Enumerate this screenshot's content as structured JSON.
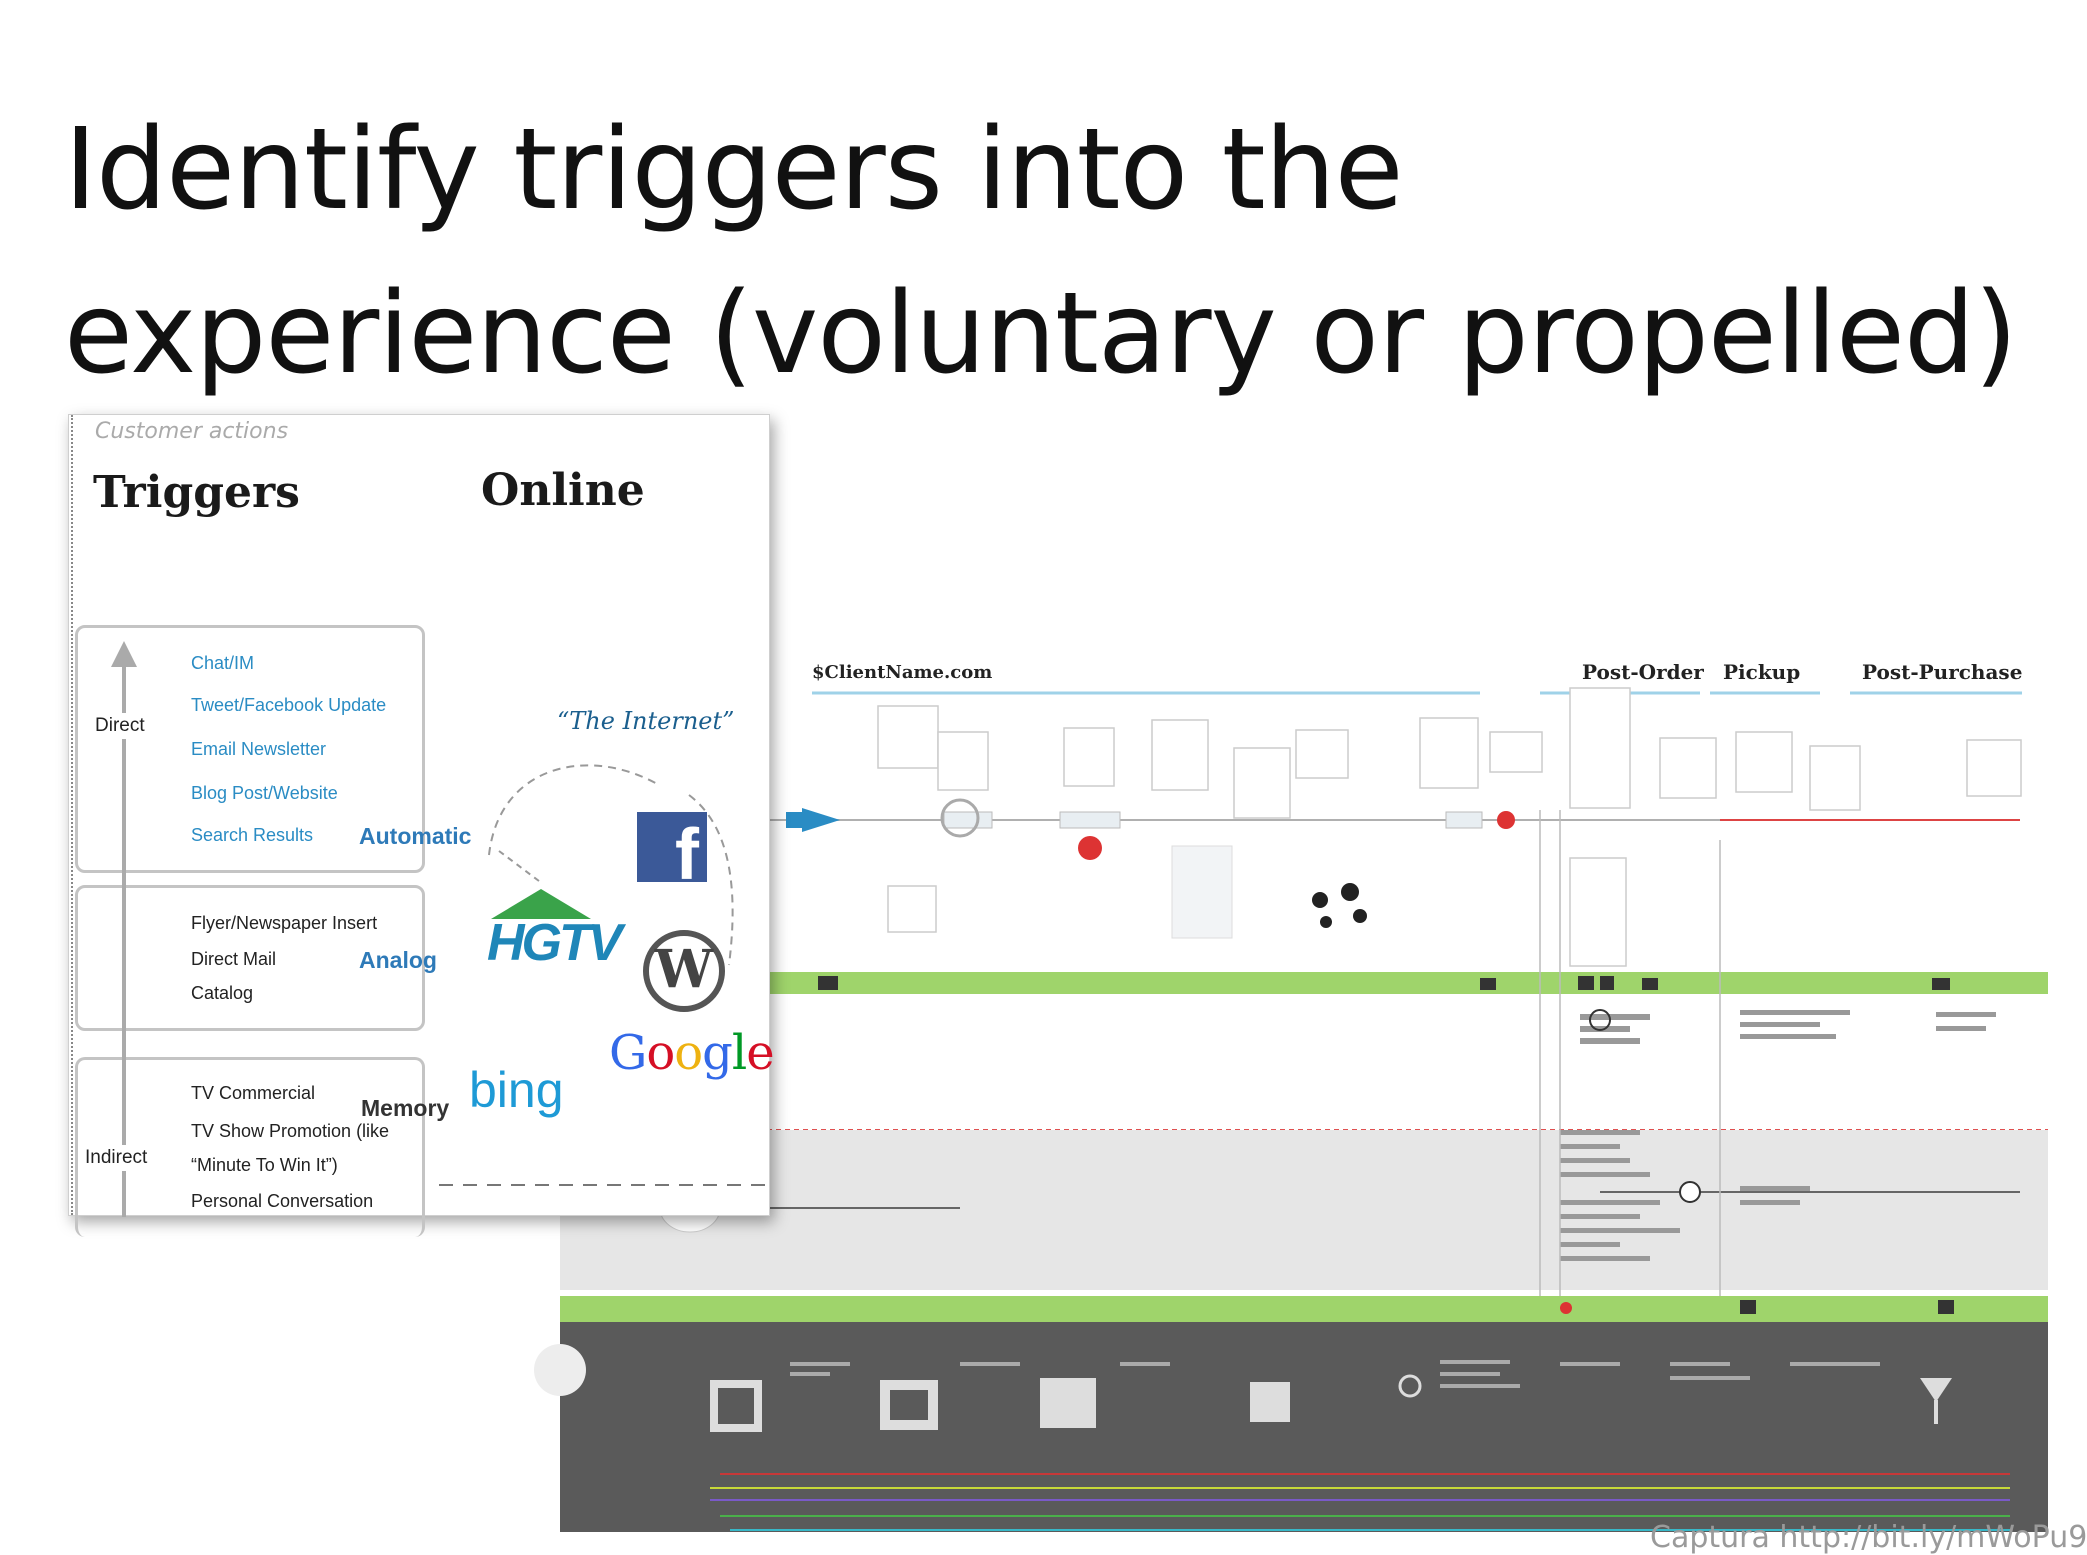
{
  "slide": {
    "title_line1": "Identify triggers into the",
    "title_line2": "experience (voluntary or propelled)"
  },
  "inset": {
    "eyebrow": "Customer actions",
    "triggers_heading": "Triggers",
    "online_heading": "Online",
    "axis_direct": "Direct",
    "axis_indirect": "Indirect",
    "automatic_items": [
      "Chat/IM",
      "Tweet/Facebook Update",
      "Email Newsletter",
      "Blog Post/Website",
      "Search Results"
    ],
    "automatic_label": "Automatic",
    "analog_items": [
      "Flyer/Newspaper Insert",
      "Direct Mail",
      "Catalog"
    ],
    "analog_label": "Analog",
    "memory_items": [
      "TV Commercial",
      "TV Show Promotion (like",
      "“Minute To Win It”)",
      "Personal Conversation"
    ],
    "memory_label": "Memory",
    "internet_label": "“The Internet”",
    "logos": [
      "HGTV",
      "Google",
      "bing"
    ]
  },
  "journey_map": {
    "site_label": "$ClientName.com",
    "phases": [
      "Post-Order",
      "Pickup",
      "Post-Purchase"
    ]
  },
  "caption": "Captura http://bit.ly/mWoPu9",
  "colors": {
    "link_blue": "#2a8cc4",
    "green_band": "#9fd46b",
    "dark_band": "#5a5a5a",
    "facebook_blue": "#3b5998",
    "hgtv_green": "#3aa34a"
  }
}
